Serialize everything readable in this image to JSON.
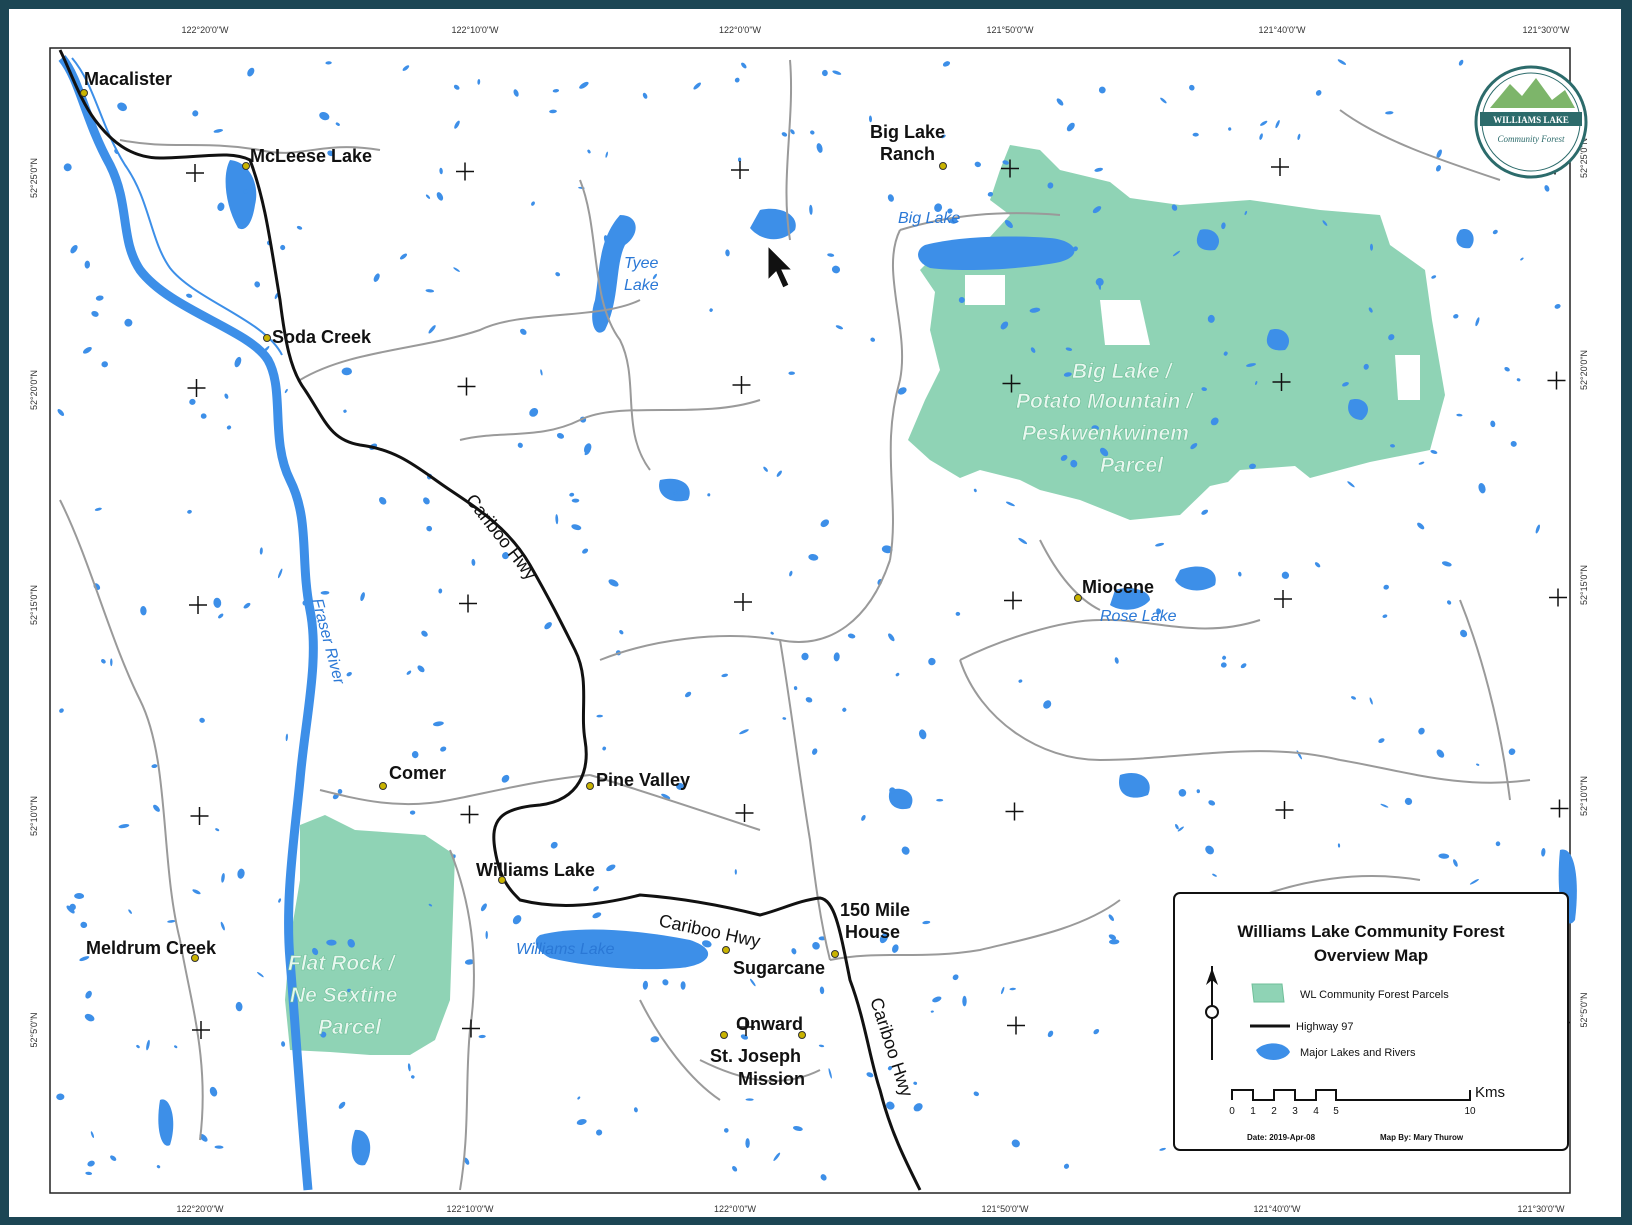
{
  "graticule": {
    "top": [
      "122°20'0\"W",
      "122°10'0\"W",
      "122°0'0\"W",
      "121°50'0\"W",
      "121°40'0\"W",
      "121°30'0\"W"
    ],
    "bottom": [
      "122°20'0\"W",
      "122°10'0\"W",
      "122°0'0\"W",
      "121°50'0\"W",
      "121°40'0\"W",
      "121°30'0\"W"
    ],
    "left": [
      "52°25'0\"N",
      "52°20'0\"N",
      "52°15'0\"N",
      "52°10'0\"N",
      "52°5'0\"N"
    ],
    "right": [
      "52°25'0\"N",
      "52°20'0\"N",
      "52°15'0\"N",
      "52°10'0\"N",
      "52°5'0\"N"
    ]
  },
  "places": {
    "macalister": "Macalister",
    "mcleese": "McLeese Lake",
    "soda_creek": "Soda Creek",
    "big_lake_ranch_1": "Big Lake",
    "big_lake_ranch_2": "Ranch",
    "miocene": "Miocene",
    "comer": "Comer",
    "pine_valley": "Pine Valley",
    "williams_lake": "Williams Lake",
    "meldrum": "Meldrum Creek",
    "mile150_1": "150 Mile",
    "mile150_2": "House",
    "sugarcane": "Sugarcane",
    "onward": "Onward",
    "stjoseph_1": "St. Joseph",
    "stjoseph_2": "Mission"
  },
  "water": {
    "tyee_1": "Tyee",
    "tyee_2": "Lake",
    "big_lake": "Big Lake",
    "rose_lake": "Rose Lake",
    "williams_lake": "Williams Lake",
    "fraser": "Fraser River"
  },
  "parcels": {
    "big_1": "Big Lake /",
    "big_2": "Potato Mountain /",
    "big_3": "Peskwenkwinem",
    "big_4": "Parcel",
    "flat_1": "Flat Rock /",
    "flat_2": "Ne Sextine",
    "flat_3": "Parcel"
  },
  "highway_labels": [
    "Cariboo Hwy",
    "Cariboo Hwy",
    "Cariboo Hwy"
  ],
  "legend": {
    "title_1": "Williams Lake Community Forest",
    "title_2": "Overview Map",
    "item_parcels": "WL Community Forest Parcels",
    "item_highway": "Highway 97",
    "item_water": "Major Lakes and Rivers",
    "scale_unit": "Kms",
    "scale_ticks": [
      "0",
      "1",
      "2",
      "3",
      "4",
      "5",
      "10"
    ],
    "date": "Date: 2019-Apr-08",
    "author": "Map By: Mary Thurow"
  },
  "logo": {
    "name": "WILLIAMS LAKE",
    "sub": "Community Forest"
  },
  "colors": {
    "water": "#3d8fe8",
    "parcel": "#8fd3b5",
    "road": "#9a9a9a",
    "highway": "#111111",
    "frame": "#1c4654"
  }
}
